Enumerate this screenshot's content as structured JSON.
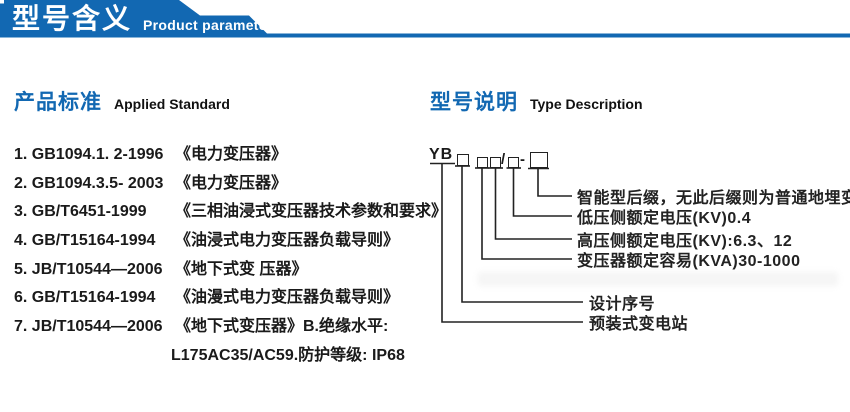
{
  "colors": {
    "accent": "#1268b2",
    "banner_text": "#ffffff",
    "line_color": "#222222"
  },
  "header": {
    "title_cn": "型号含义",
    "title_en": "Product parameters"
  },
  "left": {
    "heading_cn": "产品标准",
    "heading_en": "Applied Standard",
    "items": [
      {
        "code": "1. GB1094.1. 2-1996",
        "desc": "《电力变压器》"
      },
      {
        "code": "2. GB1094.3.5- 2003",
        "desc": "《电力变压器》"
      },
      {
        "code": "3. GB/T6451-1999",
        "desc": "《三相油浸式变压器技术参数和要求》"
      },
      {
        "code": "4. GB/T15164-1994",
        "desc": "《油浸式电力变压器负载导则》"
      },
      {
        "code": "5. JB/T10544—2006",
        "desc": "《地下式变 压器》"
      },
      {
        "code": "6. GB/T15164-1994",
        "desc": "《油漫式电力变压器负载导则》"
      },
      {
        "code": "7. JB/T10544—2006",
        "desc": "《地下式变压器》B.绝缘水平:"
      }
    ],
    "continuation": "L175AC35/AC59.防护等级: IP68"
  },
  "right": {
    "heading_cn": "型号说明",
    "heading_en": "Type Description",
    "model_code": {
      "prefix": "YB",
      "slash": "/",
      "dash": "-"
    },
    "labels": [
      "智能型后缀，无此后缀则为普通地埋变",
      "低压侧额定电压(KV)0.4",
      "高压侧额定电压(KV):6.3、12",
      "变压器额定容易(KVA)30-1000",
      "设计序号",
      "预装式变电站"
    ]
  }
}
